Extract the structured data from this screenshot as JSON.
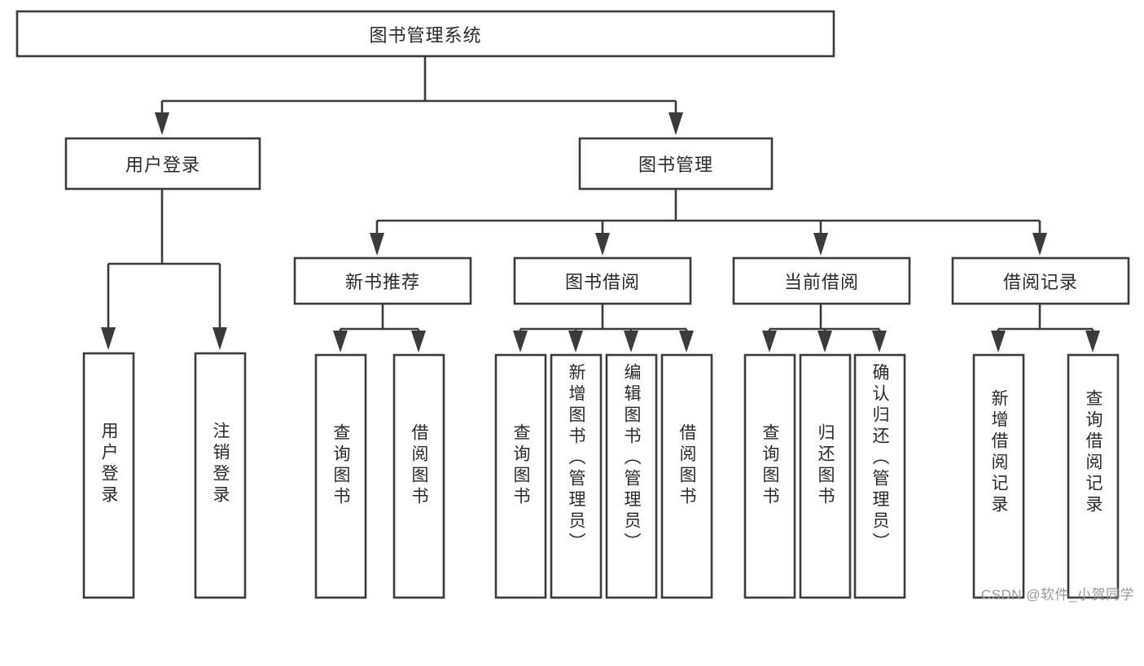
{
  "diagram": {
    "type": "tree",
    "title": "图书管理系统",
    "root": {
      "id": "root",
      "label": "图书管理系统",
      "orientation": "horizontal"
    },
    "level1": [
      {
        "id": "user-login",
        "label": "用户登录",
        "orientation": "horizontal"
      },
      {
        "id": "book-manage",
        "label": "图书管理",
        "orientation": "horizontal"
      }
    ],
    "level2": [
      {
        "id": "new-book-recommend",
        "label": "新书推荐",
        "orientation": "horizontal",
        "parent": "book-manage"
      },
      {
        "id": "book-borrow",
        "label": "图书借阅",
        "orientation": "horizontal",
        "parent": "book-manage"
      },
      {
        "id": "current-borrow",
        "label": "当前借阅",
        "orientation": "horizontal",
        "parent": "book-manage"
      },
      {
        "id": "borrow-record",
        "label": "借阅记录",
        "orientation": "horizontal",
        "parent": "book-manage"
      }
    ],
    "leaves": [
      {
        "id": "leaf-user-login",
        "label": "用户登录",
        "orientation": "vertical",
        "parent": "user-login"
      },
      {
        "id": "leaf-user-logout",
        "label": "注销登录",
        "orientation": "vertical",
        "parent": "user-login"
      },
      {
        "id": "leaf-query-book-1",
        "label": "查询图书",
        "orientation": "vertical",
        "parent": "new-book-recommend"
      },
      {
        "id": "leaf-borrow-book-1",
        "label": "借阅图书",
        "orientation": "vertical",
        "parent": "new-book-recommend"
      },
      {
        "id": "leaf-query-book-2",
        "label": "查询图书",
        "orientation": "vertical",
        "parent": "book-borrow"
      },
      {
        "id": "leaf-add-book",
        "label": "新增图书（管理员）",
        "orientation": "vertical",
        "parent": "book-borrow"
      },
      {
        "id": "leaf-edit-book",
        "label": "编辑图书（管理员）",
        "orientation": "vertical",
        "parent": "book-borrow"
      },
      {
        "id": "leaf-borrow-book-2",
        "label": "借阅图书",
        "orientation": "vertical",
        "parent": "book-borrow"
      },
      {
        "id": "leaf-query-book-3",
        "label": "查询图书",
        "orientation": "vertical",
        "parent": "current-borrow"
      },
      {
        "id": "leaf-return-book",
        "label": "归还图书",
        "orientation": "vertical",
        "parent": "current-borrow"
      },
      {
        "id": "leaf-confirm-return",
        "label": "确认归还（管理员）",
        "orientation": "vertical",
        "parent": "current-borrow"
      },
      {
        "id": "leaf-add-record",
        "label": "新增借阅记录",
        "orientation": "vertical",
        "parent": "borrow-record"
      },
      {
        "id": "leaf-query-record",
        "label": "查询借阅记录",
        "orientation": "vertical",
        "parent": "borrow-record"
      }
    ],
    "colors": {
      "stroke": "#3b3b3b",
      "fill": "#ffffff",
      "text": "#2a2a2a",
      "watermark": "#9a9a9a",
      "background": "#ffffff"
    }
  },
  "watermark": {
    "text": "CSDN @软件_小贺同学"
  }
}
